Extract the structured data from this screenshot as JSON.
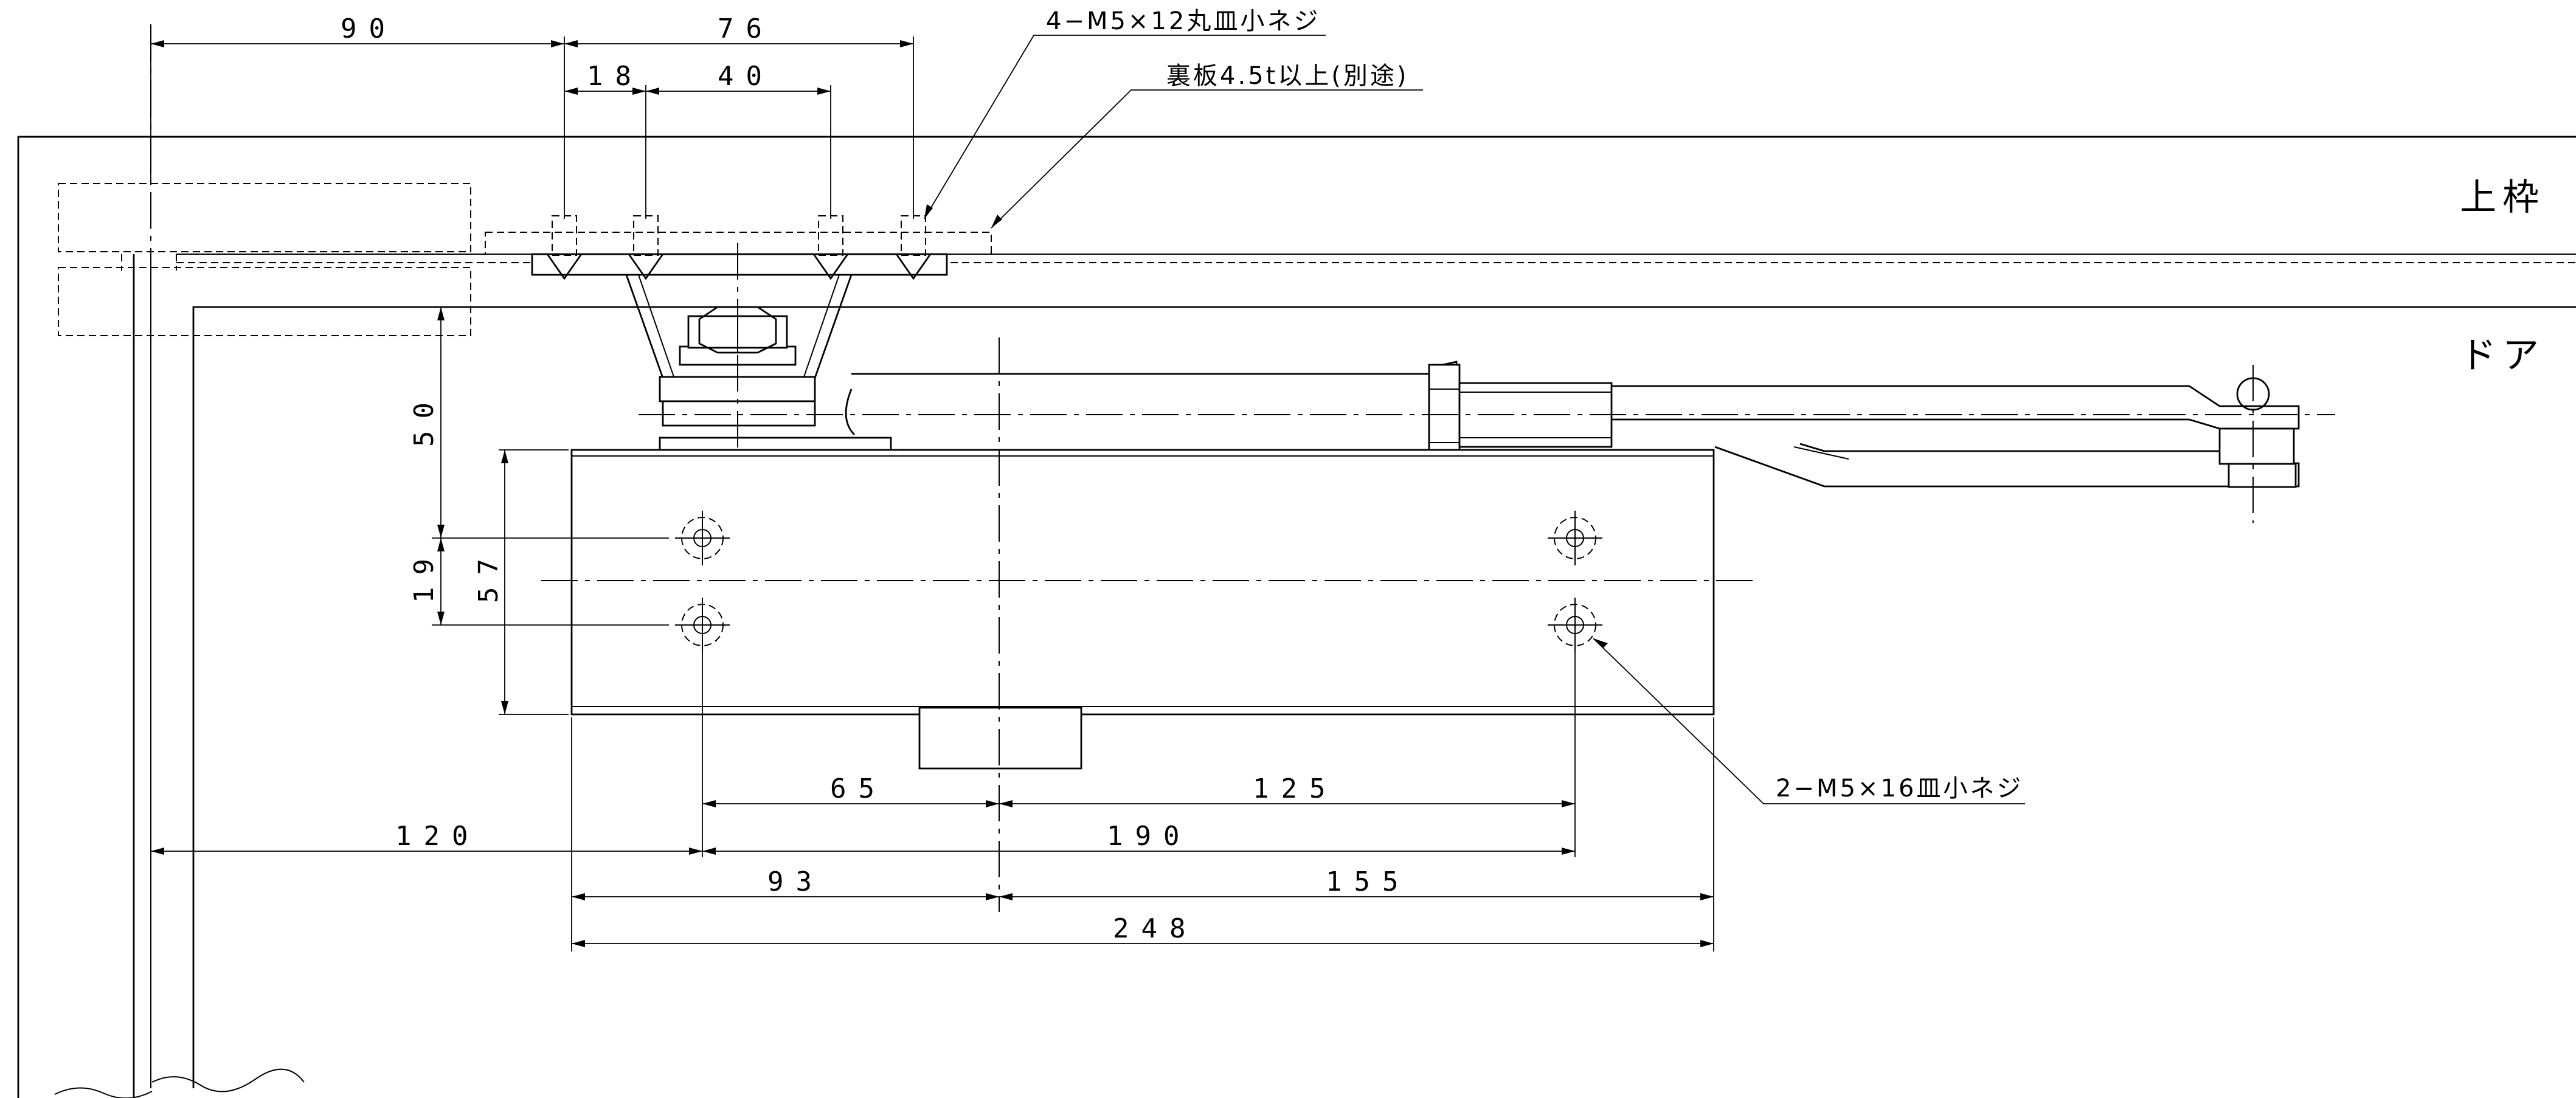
{
  "labels": {
    "frame": "上枠",
    "door": "ドア"
  },
  "notes": {
    "top_screws": "4−M5×12丸皿小ネジ",
    "back_plate": "裏板4.5t以上(別途)",
    "body_screws": "2−M5×16皿小ネジ"
  },
  "dimensions": {
    "d90": "90",
    "d76": "76",
    "d18": "18",
    "d40": "40",
    "d50": "50",
    "d19": "19",
    "d57": "57",
    "d65": "65",
    "d125": "125",
    "d120": "120",
    "d190": "190",
    "d93": "93",
    "d155": "155",
    "d248": "248"
  }
}
